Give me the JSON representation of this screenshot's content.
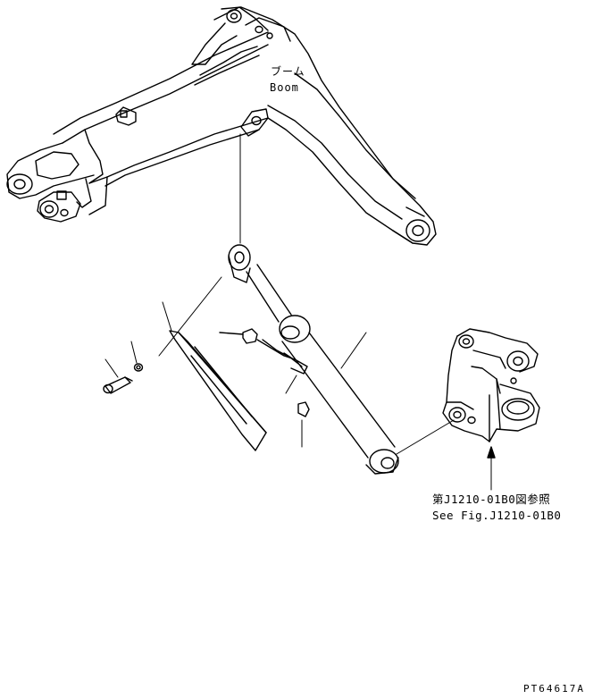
{
  "labels": {
    "boom_jp": "ブーム",
    "boom_en": "Boom",
    "ref_jp": "第J1210-01B0図参照",
    "ref_en": "See Fig.J1210-01B0",
    "drawing_code": "PT64617A"
  },
  "colors": {
    "line": "#000000",
    "background": "#ffffff"
  }
}
